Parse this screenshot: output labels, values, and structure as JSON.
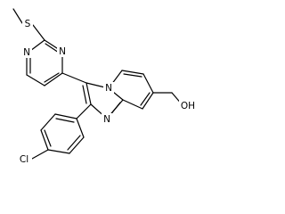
{
  "molecule": {
    "atom_labels": {
      "sulfur": "S",
      "pyrimidine_n1": "N",
      "pyrimidine_n3": "N",
      "bridgehead_n": "N",
      "imidazole_n": "N",
      "hydroxyl": "OH",
      "chlorine": "Cl"
    },
    "colors": {
      "bond": "#000000",
      "label": "#000000",
      "background": "#ffffff"
    }
  }
}
